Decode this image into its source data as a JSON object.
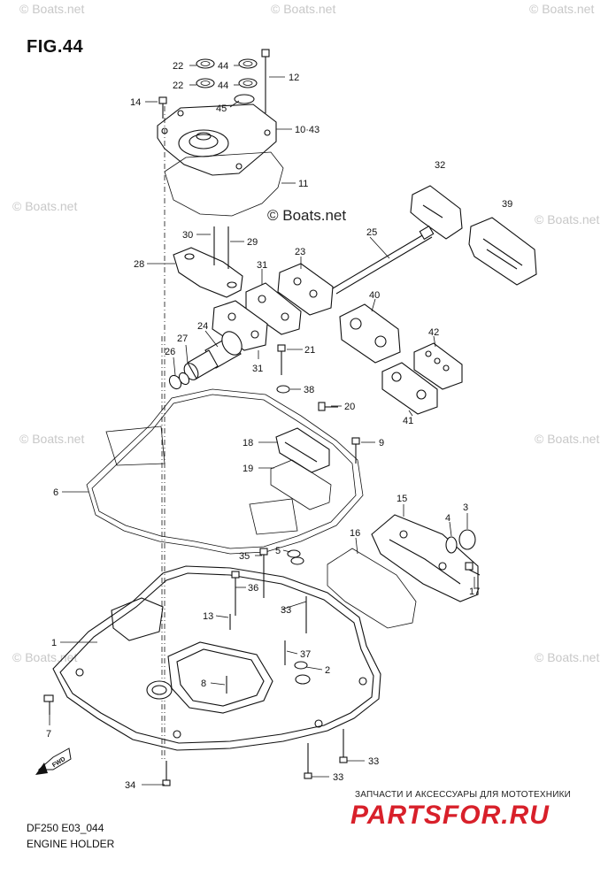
{
  "figure": {
    "title": "FIG.44",
    "model_code": "DF250 E03_044",
    "assembly_name": "ENGINE HOLDER"
  },
  "copyright_label": "© Boats.net",
  "watermark_text": "© Boats.net",
  "advertisement": {
    "tagline": "ЗАПЧАСТИ И АКСЕССУАРЫ ДЛЯ МОТОТЕХНИКИ",
    "logo_text": "PARTSFOR.RU",
    "logo_color": "#d8202a"
  },
  "fwd_label": "FWD",
  "callouts": [
    {
      "num": "22"
    },
    {
      "num": "44"
    },
    {
      "num": "22"
    },
    {
      "num": "44"
    },
    {
      "num": "12"
    },
    {
      "num": "14"
    },
    {
      "num": "45"
    },
    {
      "num": "10·43"
    },
    {
      "num": "11"
    },
    {
      "num": "32"
    },
    {
      "num": "39"
    },
    {
      "num": "30"
    },
    {
      "num": "29"
    },
    {
      "num": "25"
    },
    {
      "num": "28"
    },
    {
      "num": "31"
    },
    {
      "num": "23"
    },
    {
      "num": "40"
    },
    {
      "num": "24"
    },
    {
      "num": "27"
    },
    {
      "num": "21"
    },
    {
      "num": "42"
    },
    {
      "num": "26"
    },
    {
      "num": "31"
    },
    {
      "num": "38"
    },
    {
      "num": "20"
    },
    {
      "num": "41"
    },
    {
      "num": "9"
    },
    {
      "num": "18"
    },
    {
      "num": "19"
    },
    {
      "num": "6"
    },
    {
      "num": "15"
    },
    {
      "num": "4"
    },
    {
      "num": "3"
    },
    {
      "num": "16"
    },
    {
      "num": "35"
    },
    {
      "num": "5"
    },
    {
      "num": "36"
    },
    {
      "num": "17"
    },
    {
      "num": "33"
    },
    {
      "num": "13"
    },
    {
      "num": "1"
    },
    {
      "num": "37"
    },
    {
      "num": "2"
    },
    {
      "num": "8"
    },
    {
      "num": "7"
    },
    {
      "num": "33"
    },
    {
      "num": "34"
    },
    {
      "num": "33"
    }
  ]
}
